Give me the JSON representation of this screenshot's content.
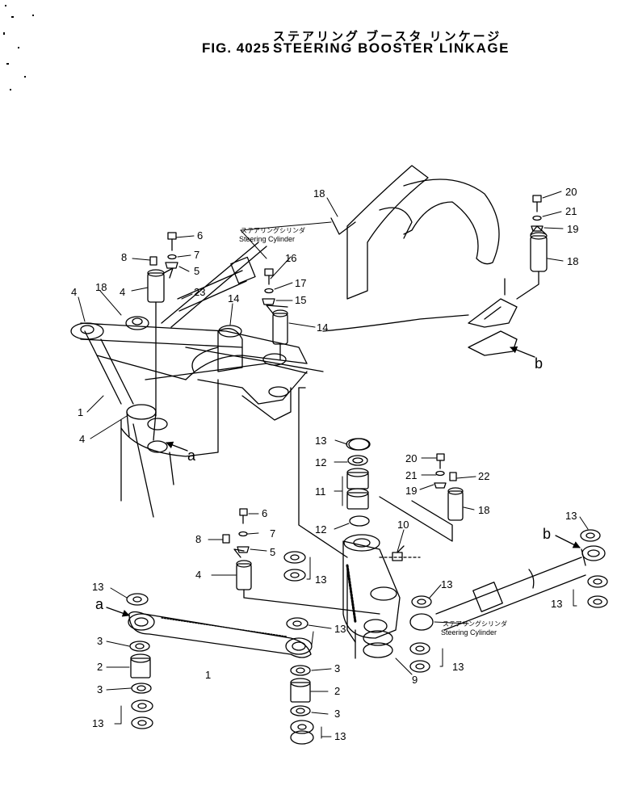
{
  "header": {
    "title_jp": "ステアリング ブースタ リンケージ",
    "fig_number": "FIG. 4025",
    "title_en": "STEERING BOOSTER LINKAGE"
  },
  "callouts": {
    "upper_cylinder_jp": "ステアリングシリンダ",
    "upper_cylinder_en": "Steering Cylinder",
    "lower_cylinder_jp": "ステアリングシリンダ",
    "lower_cylinder_en": "Steering Cylinder"
  },
  "view_labels": {
    "a": "a",
    "b": "b"
  },
  "parts": {
    "p1": "1",
    "p2": "2",
    "p3": "3",
    "p4": "4",
    "p5": "5",
    "p6": "6",
    "p7": "7",
    "p8": "8",
    "p9": "9",
    "p10": "10",
    "p11": "11",
    "p12": "12",
    "p13": "13",
    "p14": "14",
    "p15": "15",
    "p16": "16",
    "p17": "17",
    "p18": "18",
    "p19": "19",
    "p20": "20",
    "p21": "21",
    "p22": "22",
    "p23": "23"
  }
}
